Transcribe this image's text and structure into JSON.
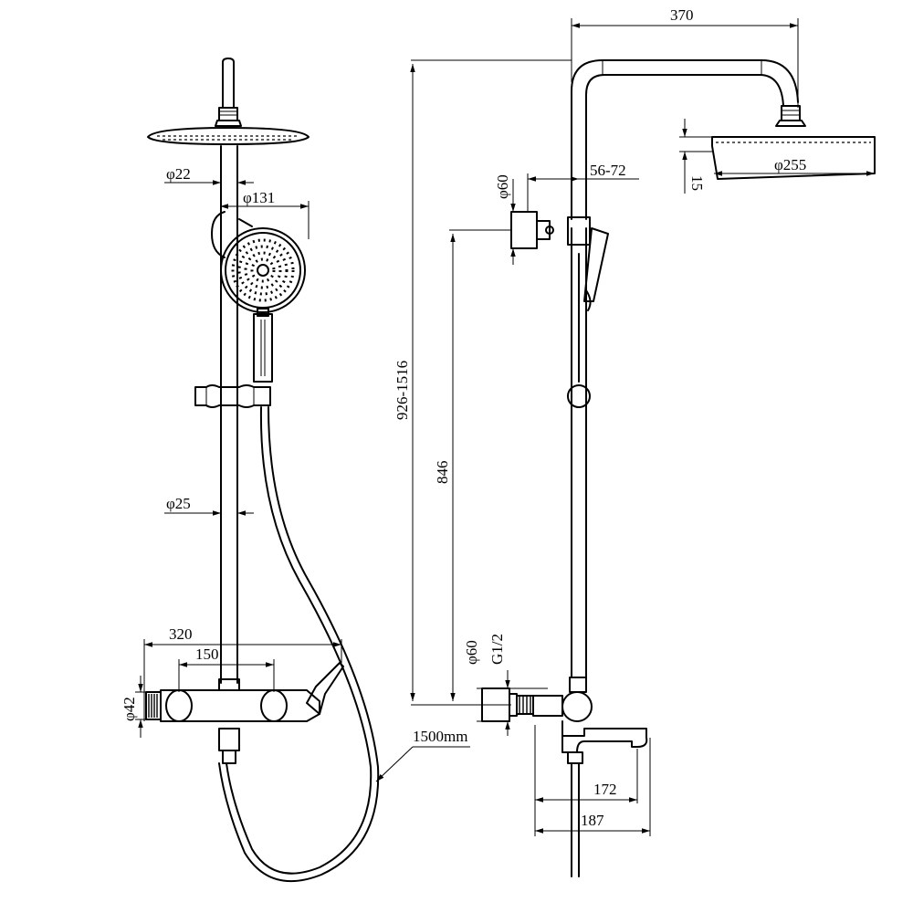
{
  "dimensions": {
    "head_pipe_dia": "φ22",
    "hand_shower_dia": "φ131",
    "riser_dia": "φ25",
    "mixer_width": "320",
    "mixer_center": "150",
    "inlet_dia": "φ42",
    "hose_length": "1500mm",
    "arm_length": "370",
    "overhead_dia": "φ255",
    "overhead_thickness": "15",
    "bracket_dia": "φ60",
    "bracket_offset": "56-72",
    "height_range": "926-1516",
    "bracket_height": "846",
    "inlet_cover_dia": "φ60",
    "inlet_thread": "G1/2",
    "spout_reach_inner": "172",
    "spout_reach_outer": "187"
  },
  "colors": {
    "line": "#000000",
    "background": "#ffffff"
  }
}
